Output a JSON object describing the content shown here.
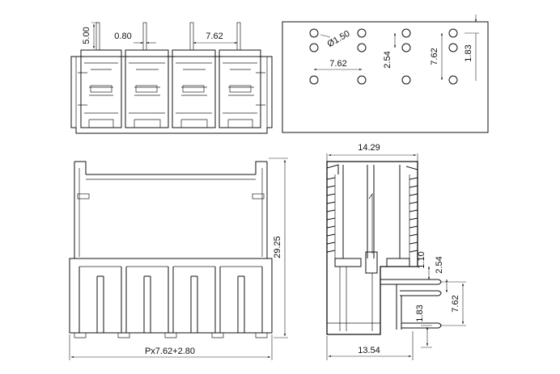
{
  "dimensions": {
    "pin_length": "5.00",
    "pin_width": "0.80",
    "pitch_top": "7.62",
    "hole_diameter": "Ø1.50",
    "hole_pitch_h": "7.62",
    "hole_offset_v": "2.54",
    "hole_pitch_v": "7.62",
    "hole_offset_small": "1.83",
    "body_height": "29.25",
    "total_length": "Px7.62+2.80",
    "side_width_top": "14.29",
    "side_width_bottom": "13.54",
    "side_pin_offset": "1.10",
    "side_pitch_small": "2.54",
    "side_pitch": "7.62",
    "side_end_offset": "1.83"
  }
}
